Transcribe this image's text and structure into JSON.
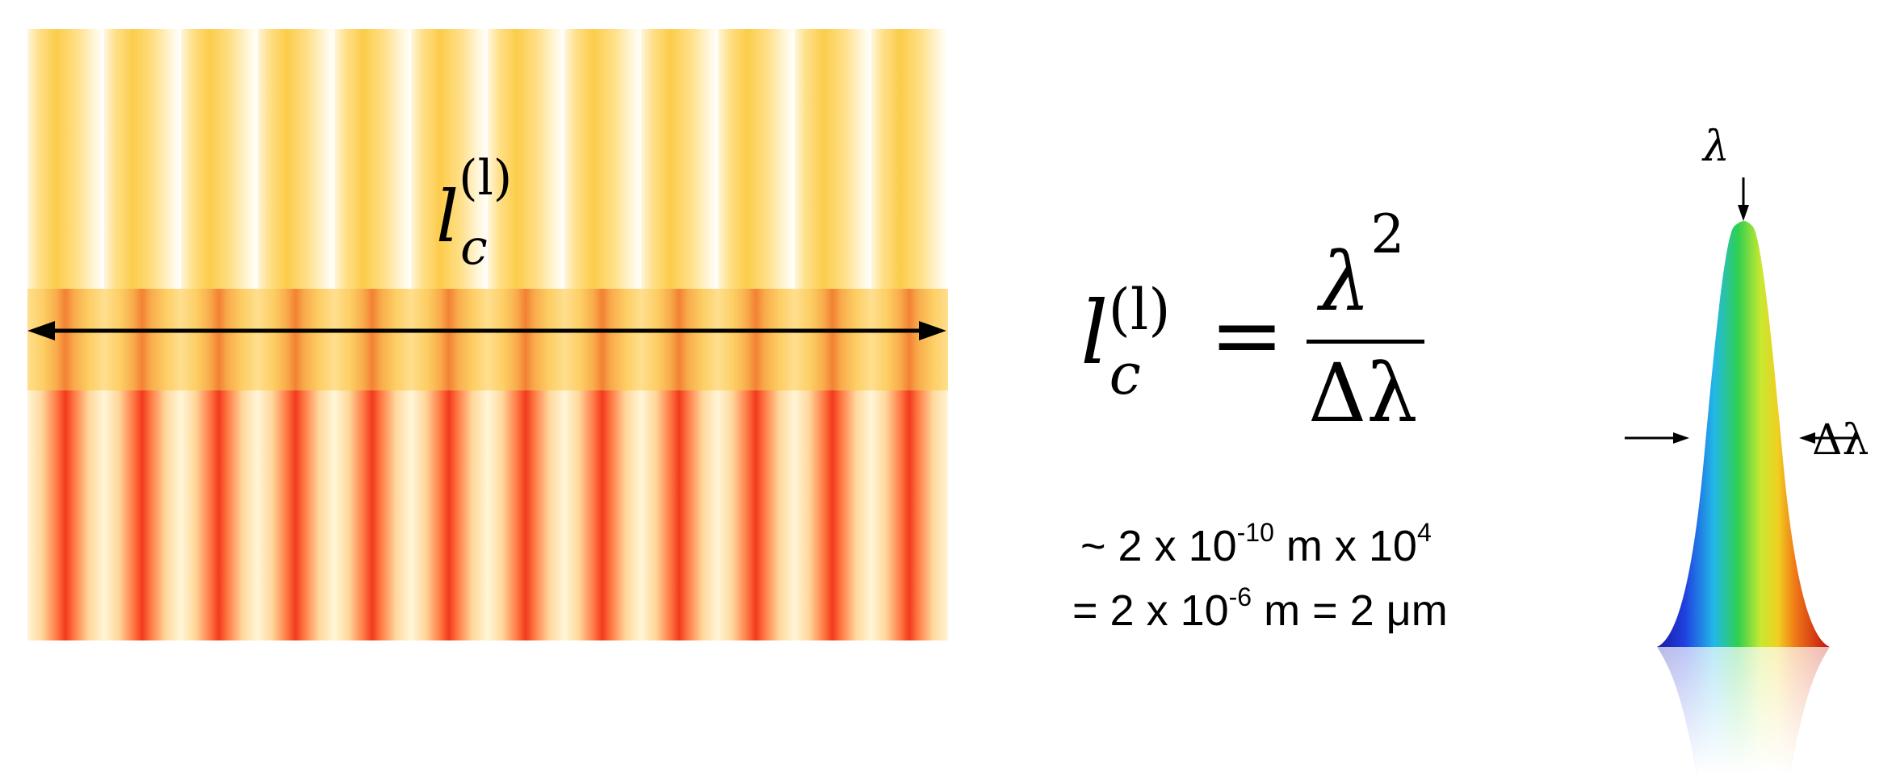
{
  "coherence_label": {
    "base": "l",
    "superscript": "(l)",
    "subscript": "c"
  },
  "formula": {
    "lhs_base": "l",
    "lhs_superscript": "(l)",
    "lhs_subscript": "c",
    "equals": "=",
    "numerator_base": "λ",
    "numerator_superscript": "2",
    "denominator": "Δλ"
  },
  "calculation": {
    "line1_a": "~ 2 x 10",
    "line1_exp1": "-10",
    "line1_b": " m x 10",
    "line1_exp2": "4",
    "line2_a": "= 2 x 10",
    "line2_exp": "-6",
    "line2_b": " m = 2 μm"
  },
  "spectrum": {
    "peak_label": "λ",
    "width_label": "Δλ"
  },
  "colors": {
    "wave_top": "#fccc4a",
    "wave_bottom": "#f23a1c",
    "arrow": "#000000"
  }
}
